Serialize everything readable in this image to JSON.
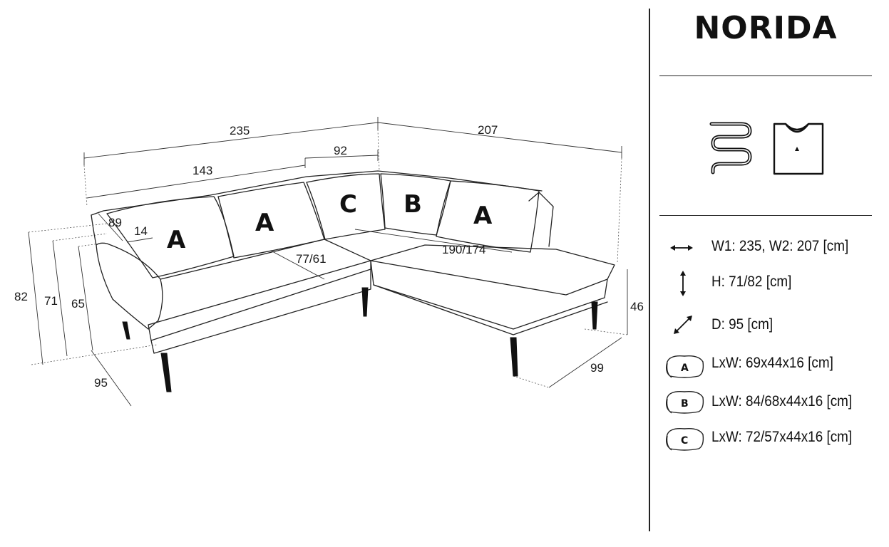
{
  "brand": {
    "name": "NORIDA"
  },
  "dimensions": {
    "total_width_1": "235",
    "total_width_2": "207",
    "seat_width": "143",
    "corner_width": "92",
    "arm_depth": "89",
    "arm_width": "14",
    "seat_depth": "77/61",
    "chaise_length": "190/174",
    "height_total": "82",
    "height_back": "71",
    "height_arm": "65",
    "height_seat": "46",
    "depth_left": "95",
    "depth_right": "99"
  },
  "cushions": [
    "A",
    "A",
    "C",
    "B",
    "A"
  ],
  "icons": {
    "spring": "zigzag-spring-icon",
    "fabric": "tshirt-fabric-icon"
  },
  "specs": [
    {
      "icon": "horizontal-arrow-icon",
      "text": "W1: 235, W2: 207 [cm]"
    },
    {
      "icon": "vertical-arrow-icon",
      "text": "H: 71/82 [cm]"
    },
    {
      "icon": "diagonal-arrow-icon",
      "text": "D: 95 [cm]"
    }
  ],
  "pillows": [
    {
      "badge": "A",
      "text": "LxW: 69x44x16 [cm]"
    },
    {
      "badge": "B",
      "text": "LxW: 84/68x44x16 [cm]"
    },
    {
      "badge": "C",
      "text": "LxW: 72/57x44x16 [cm]"
    }
  ]
}
